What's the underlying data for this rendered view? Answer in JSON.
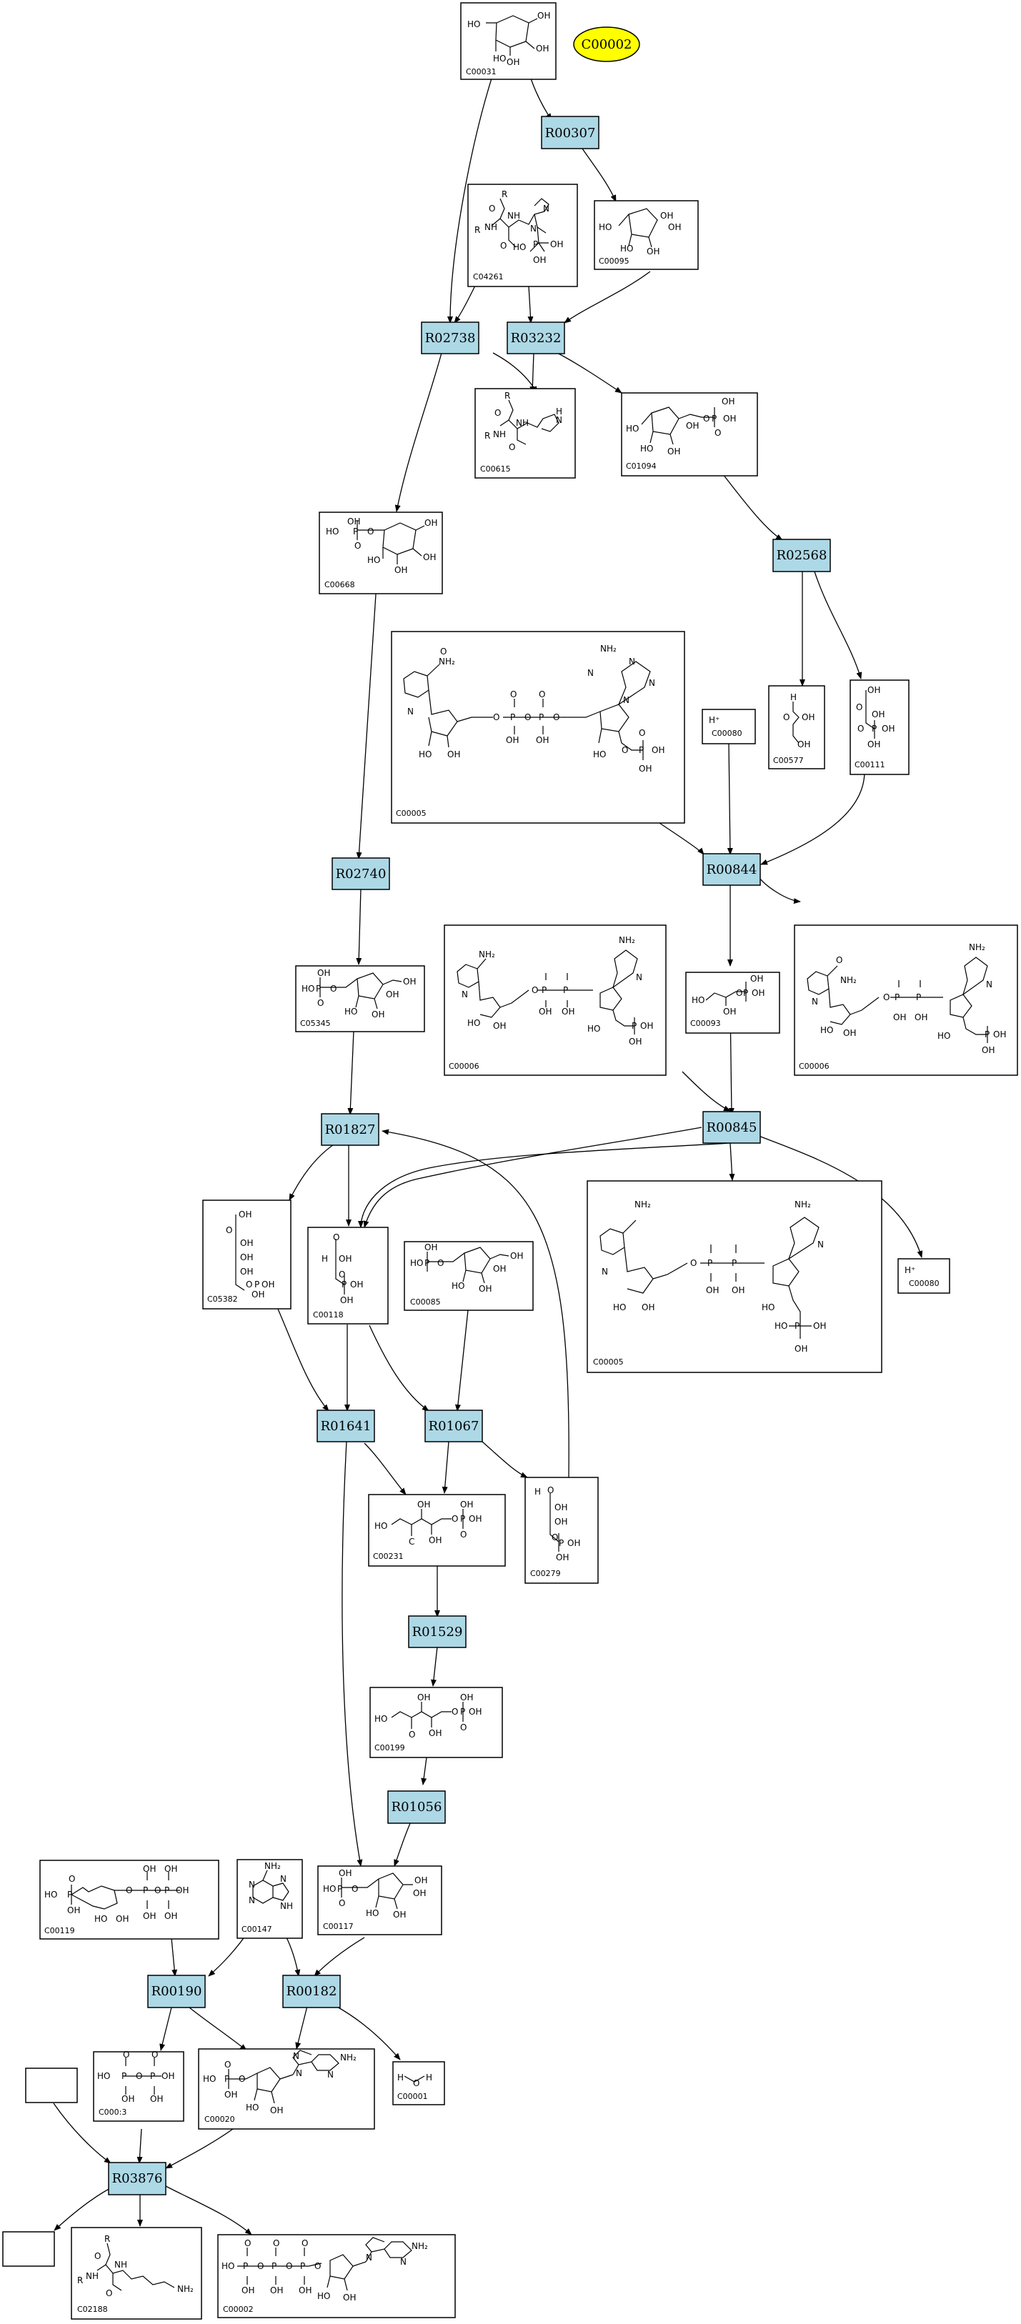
{
  "compounds": {
    "C00031": "C00031",
    "C00095": "C00095",
    "C04261": "C04261",
    "C00615": "C00615",
    "C01094": "C01094",
    "C00668": "C00668",
    "C00005": "C00005",
    "C00080": "C00080",
    "C00577": "C00577",
    "C00111": "C00111",
    "C05345": "C05345",
    "C00006": "C00006",
    "C00093": "C00093",
    "C05382": "C05382",
    "C00118": "C00118",
    "C00085": "C00085",
    "C00231": "C00231",
    "C00279": "C00279",
    "C00199": "C00199",
    "C00119": "C00119",
    "C00147": "C00147",
    "C00117": "C00117",
    "C00013": "C000:3",
    "C00020": "C00020",
    "C00001": "C00001",
    "C02188": "C02188",
    "C00002": "C00002"
  },
  "highlighted_compound": "C00002",
  "reactions": {
    "R00307": "R00307",
    "R02738": "R02738",
    "R03232": "R03232",
    "R02568": "R02568",
    "R00844": "R00844",
    "R02740": "R02740",
    "R00845": "R00845",
    "R01827": "R01827",
    "R01641": "R01641",
    "R01067": "R01067",
    "R01529": "R01529",
    "R01056": "R01056",
    "R00190": "R00190",
    "R00182": "R00182",
    "R03876": "R03876"
  },
  "atoms": {
    "H": "H",
    "Hplus": "H⁺",
    "HO": "HO",
    "OH": "OH",
    "O": "O",
    "P": "P",
    "N": "N",
    "NH": "NH",
    "NH2": "NH₂",
    "R": "R",
    "C": "C"
  },
  "colors": {
    "reaction_fill": "#add8e6",
    "highlight_fill": "#ffff00",
    "compound_fill": "#ffffff",
    "stroke": "#000000"
  }
}
